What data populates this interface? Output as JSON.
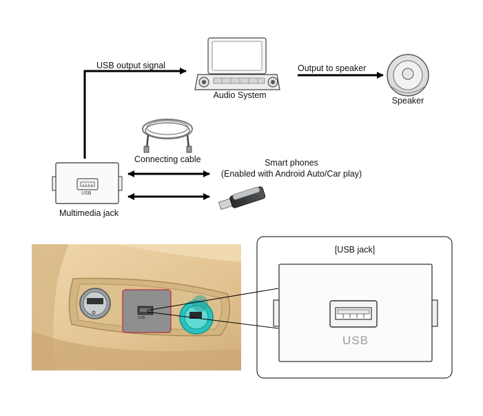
{
  "labels": {
    "usb_output_signal": "USB output signal",
    "audio_system": "Audio System",
    "output_to_speaker": "Output to speaker",
    "speaker": "Speaker",
    "connecting_cable": "Connecting cable",
    "smart_phones": "Smart phones",
    "smart_phones_note": "(Enabled with Android Auto/Car play)",
    "multimedia_jack": "Multimedia jack",
    "usb_jack_title": "[USB jack]",
    "usb_small": "USB",
    "usb_large": "USB"
  },
  "colors": {
    "console": "#e6c99a",
    "console_dark": "#c9a673",
    "highlight_dashed": "#d8283a",
    "teal_port": "#27c4c0",
    "line": "#000000"
  }
}
